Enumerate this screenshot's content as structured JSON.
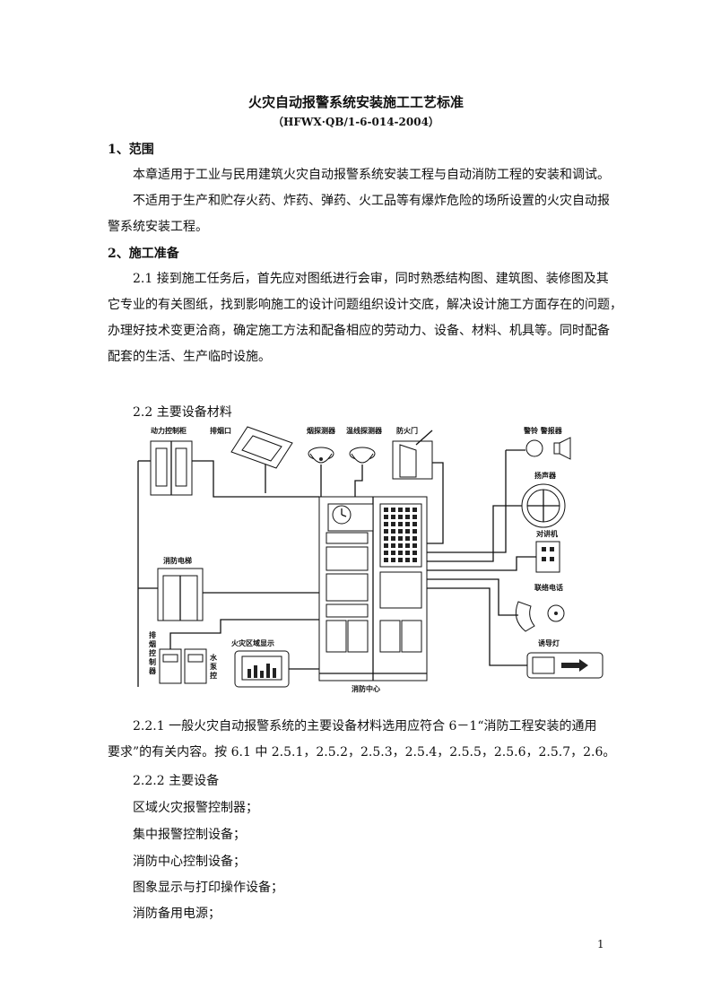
{
  "title": "火灾自动报警系统安装施工工艺标准",
  "code": "（HFWX·QB/1-6-014-2004）",
  "sections": {
    "s1": {
      "heading": "1、范围",
      "p1": "本章适用于工业与民用建筑火灾自动报警系统安装工程与自动消防工程的安装和调试。",
      "p2_l1": "不适用于生产和贮存火药、炸药、弹药、火工品等有爆炸危险的场所设置的火灾自动报",
      "p2_l2": "警系统安装工程。"
    },
    "s2": {
      "heading": "2、施工准备",
      "p21_l1": "2.1 接到施工任务后，首先应对图纸进行会审，同时熟悉结构图、建筑图、装修图及其",
      "p21_l2": "它专业的有关图纸，找到影响施工的设计问题组织设计交底，解决设计施工方面存在的问题，",
      "p21_l3": "办理好技术变更洽商，确定施工方法和配备相应的劳动力、设备、材料、机具等。同时配备",
      "p21_l4": "配套的生活、生产临时设施。",
      "p22": "2.2 主要设备材料",
      "p221_l1": "2.2.1 一般火灾自动报警系统的主要设备材料选用应符合 6－1“消防工程安装的通用",
      "p221_l2": "要求”的有关内容。按 6.1 中 2.5.1，2.5.2，2.5.3，2.5.4，2.5.5，2.5.6，2.5.7，2.6。",
      "p222": "2.2.2 主要设备",
      "items": [
        "区域火灾报警控制器；",
        "集中报警控制设备；",
        "消防中心控制设备；",
        "图象显示与打印操作设备；",
        "消防备用电源；"
      ]
    }
  },
  "diagram": {
    "power_cabinet": "动力控制柜",
    "smoke_outlet": "排烟口",
    "smoke_detector": "烟探测器",
    "temp_detector": "温线探测器",
    "fire_door": "防火门",
    "alarm": "警铃 警报器",
    "speaker": "扬声器",
    "intercom": "对讲机",
    "phone": "联络电话",
    "guide_light": "诱导灯",
    "elevator": "消防电梯",
    "smoke_control": [
      "排",
      "烟",
      "控",
      "制",
      "器"
    ],
    "pump": [
      "水",
      "泵",
      "控"
    ],
    "zone_display": "火灾区域显示",
    "center": "消防中心"
  },
  "page_number": "1"
}
